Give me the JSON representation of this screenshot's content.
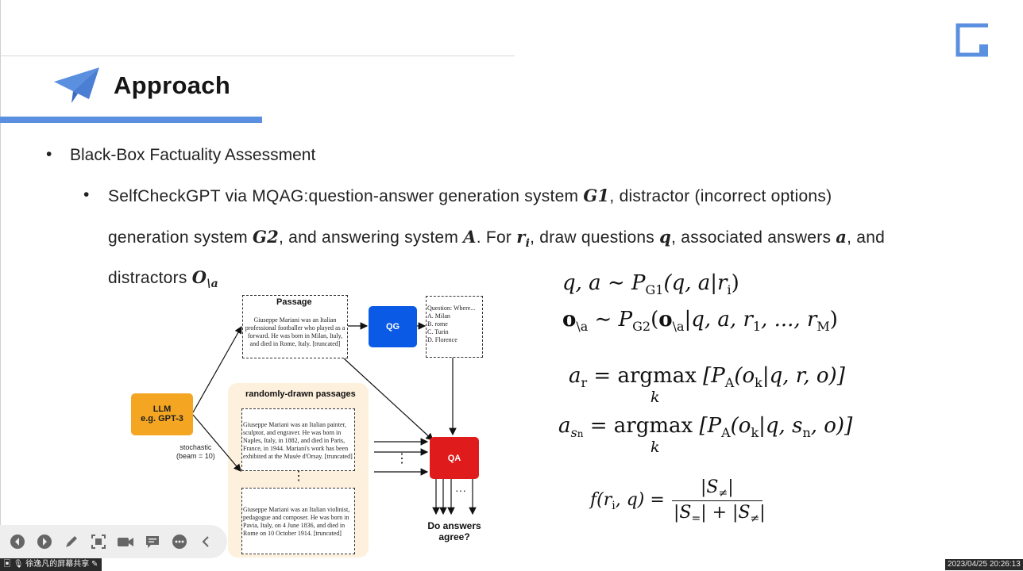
{
  "slide": {
    "title": "Approach",
    "bullet1": "Black-Box Factuality Assessment",
    "bullet_marker": "•",
    "bullet2": {
      "line1_a": "SelfCheckGPT via MQAG:question-answer generation system ",
      "g1": "G1",
      "line1_b": ", distractor (incorrect options)",
      "line2_a": "generation system ",
      "g2": "G2",
      "line2_b": ", and answering system ",
      "A": "A",
      "line2_c": ". For ",
      "r": "r",
      "r_sub": "i",
      "line2_d": ", draw questions ",
      "q": "q",
      "line2_e": ", associated answers ",
      "a": "a",
      "line2_f": ", and",
      "line3_a": "distractors ",
      "O": "O",
      "O_sub": "\\a"
    },
    "equations": {
      "eq1": "q, a ∼ P",
      "eq1_sub": "G1",
      "eq1_tail": "(q, a|r",
      "eq1_tail_sub": "i",
      "eq1_end": ")",
      "eq2": "o",
      "eq2_sub": "\\a",
      "eq2_mid": " ∼ P",
      "eq2_mid_sub": "G2",
      "eq2_tail": "(o",
      "eq2_tail_sub": "\\a",
      "eq2_tail2": "|q, a, r",
      "eq2_r1": "1",
      "eq2_dots": ", ..., r",
      "eq2_rm": "M",
      "eq2_end": ")",
      "eq3_lhs": "a",
      "eq3_lhs_sub": "r",
      "eq3_op": " = argmax ",
      "eq3_body": "[P",
      "eq3_body_sub": "A",
      "eq3_body2": "(o",
      "eq3_body2_sub": "k",
      "eq3_body3": "|q, r, o)]",
      "eq3_k": "k",
      "eq4_lhs": "a",
      "eq4_lhs_sub": "s",
      "eq4_lhs_subsub": "n",
      "eq4_op": " = argmax ",
      "eq4_body": "[P",
      "eq4_body_sub": "A",
      "eq4_body2": "(o",
      "eq4_body2_sub": "k",
      "eq4_body3": "|q, s",
      "eq4_body3_sub": "n",
      "eq4_body4": ", o)]",
      "eq4_k": "k",
      "eq5_lhs": "f(r",
      "eq5_lhs_sub": "i",
      "eq5_lhs2": ", q) =",
      "eq5_num": "|S",
      "eq5_num_sub": "≠",
      "eq5_num_end": "|",
      "eq5_den": "|S",
      "eq5_den_sub1": "=",
      "eq5_den_mid": "| + |S",
      "eq5_den_sub2": "≠",
      "eq5_den_end": "|"
    },
    "diagram": {
      "passage_title": "Passage",
      "passage_text": "Giuseppe Mariani was an Italian professional footballer who played as a forward. He was born in Milan, Italy, and died in Rome, Italy. [truncated]",
      "passage_lines": [
        "Giuseppe Mariani was an Italian",
        "professional footballer who played as a",
        "forward. He was born in Milan, Italy,",
        "and died in Rome, Italy. [truncated]"
      ],
      "qg_label": "QG",
      "question_lines": [
        "Question: Where...",
        "A. Milan",
        "B. rome",
        "C. Turin",
        "D. Florence"
      ],
      "llm_line1": "LLM",
      "llm_line2": "e.g. GPT-3",
      "stochastic_line1": "stochastic",
      "stochastic_line2": "(beam = 10)",
      "random_title": "randomly-drawn passages",
      "rand1_lines": [
        "Giuseppe Mariani was an Italian painter,",
        "sculptor, and engraver. He was born in",
        "Naples, Italy, in 1882, and died in Paris,",
        "France, in 1944. Mariani's work has been",
        "exhibited at the Musée d'Orsay. [truncated]"
      ],
      "rand2_lines": [
        "Giuseppe Mariani was an Italian violinist,",
        "pedagogue and composer. He was born in",
        "Pavia, Italy, on 4 June 1836, and died in",
        "Rome on 10 October 1914. [truncated]"
      ],
      "vdots": "⋮",
      "hdots": "···",
      "qa_label": "QA",
      "agree_line1": "Do answers",
      "agree_line2": "agree?"
    }
  },
  "meeting_toolbar": {
    "buttons": [
      "prev-icon",
      "play-icon",
      "pen-icon",
      "screenshot-icon",
      "camera-icon",
      "comment-icon",
      "more-icon",
      "collapse-icon"
    ]
  },
  "share_label": "徐逸凡的屏幕共享",
  "timestamp": "2023/04/25 20:26:13",
  "colors": {
    "accent": "#5b8fdf",
    "llm": "#f4a623",
    "qg": "#0a5ae6",
    "qa": "#e01b1b",
    "rand_bg": "#fdf0dd"
  }
}
